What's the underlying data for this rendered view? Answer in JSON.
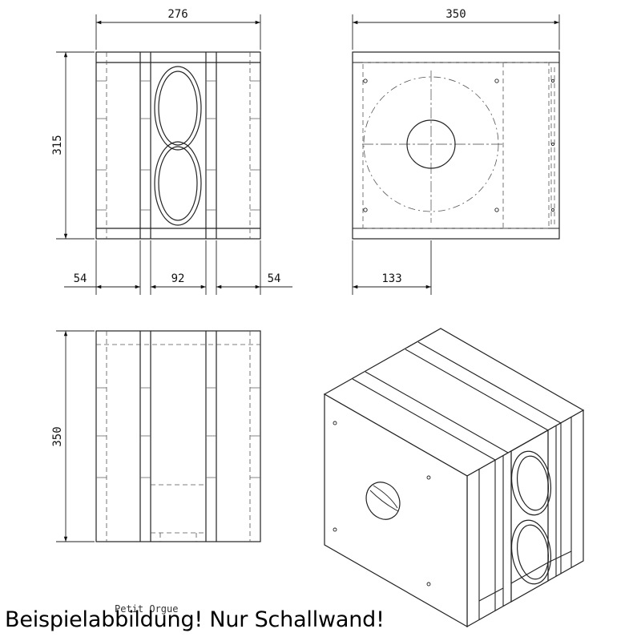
{
  "front_view": {
    "width_label": "276",
    "height_label": "315",
    "segment_labels": [
      "54",
      "92",
      "54"
    ]
  },
  "side_view": {
    "width_label": "350",
    "offset_label": "133"
  },
  "top_view": {
    "depth_label": "350"
  },
  "title_block": {
    "name": "Petit Orgue"
  },
  "caption": "Beispielabbildung! Nur Schallwand!"
}
